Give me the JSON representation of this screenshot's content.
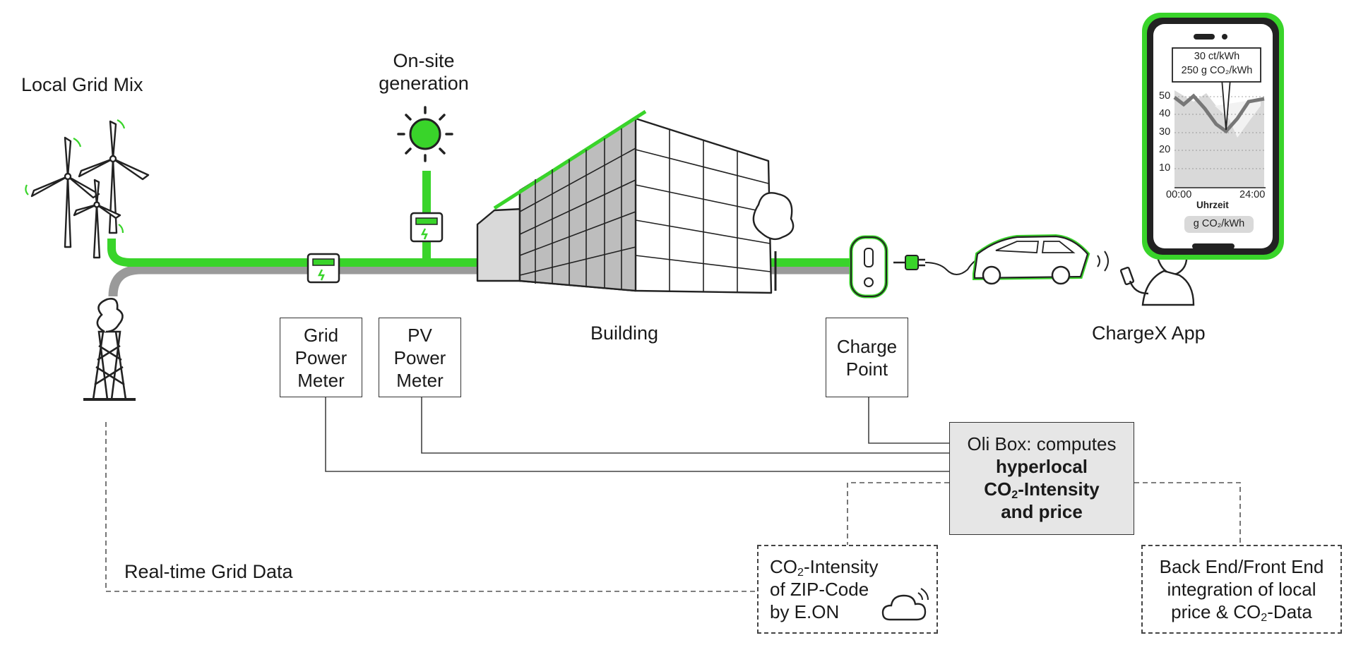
{
  "labels": {
    "local_grid_mix": "Local Grid Mix",
    "onsite_generation": [
      "On-site",
      "generation"
    ],
    "building": "Building",
    "chargex_app": "ChargeX App",
    "realtime_grid_data": "Real-time Grid Data"
  },
  "boxes": {
    "grid_power_meter": [
      "Grid",
      "Power",
      "Meter"
    ],
    "pv_power_meter": [
      "PV",
      "Power",
      "Meter"
    ],
    "charge_point": [
      "Charge",
      "Point"
    ],
    "oli_box": {
      "line1": "Oli Box: computes",
      "bold1": "hyperlocal",
      "bold2_prefix": "CO",
      "bold2_sub": "2",
      "bold2_suffix": "-Intensity",
      "bold3": "and price"
    },
    "co2_zip": {
      "line1_prefix": "CO",
      "line1_sub": "2",
      "line1_suffix": "-Intensity",
      "line2": "of ZIP-Code",
      "line3": "by E.ON"
    },
    "backend": {
      "line1": "Back End/Front End",
      "line2": "integration of local",
      "line3_prefix": "price & CO",
      "line3_sub": "2",
      "line3_suffix": "-Data"
    }
  },
  "phone": {
    "tooltip_price": "30 ct/kWh",
    "tooltip_co2": "250 g CO₂/kWh",
    "y_ticks": [
      "50",
      "40",
      "30",
      "20",
      "10"
    ],
    "x_start": "00:00",
    "x_end": "24:00",
    "x_label": "Uhrzeit",
    "unit_button": "g CO₂/kWh"
  },
  "colors": {
    "accent_green": "#39d42a",
    "grid_gray": "#9a9a9a",
    "oli_fill": "#e6e6e6"
  }
}
